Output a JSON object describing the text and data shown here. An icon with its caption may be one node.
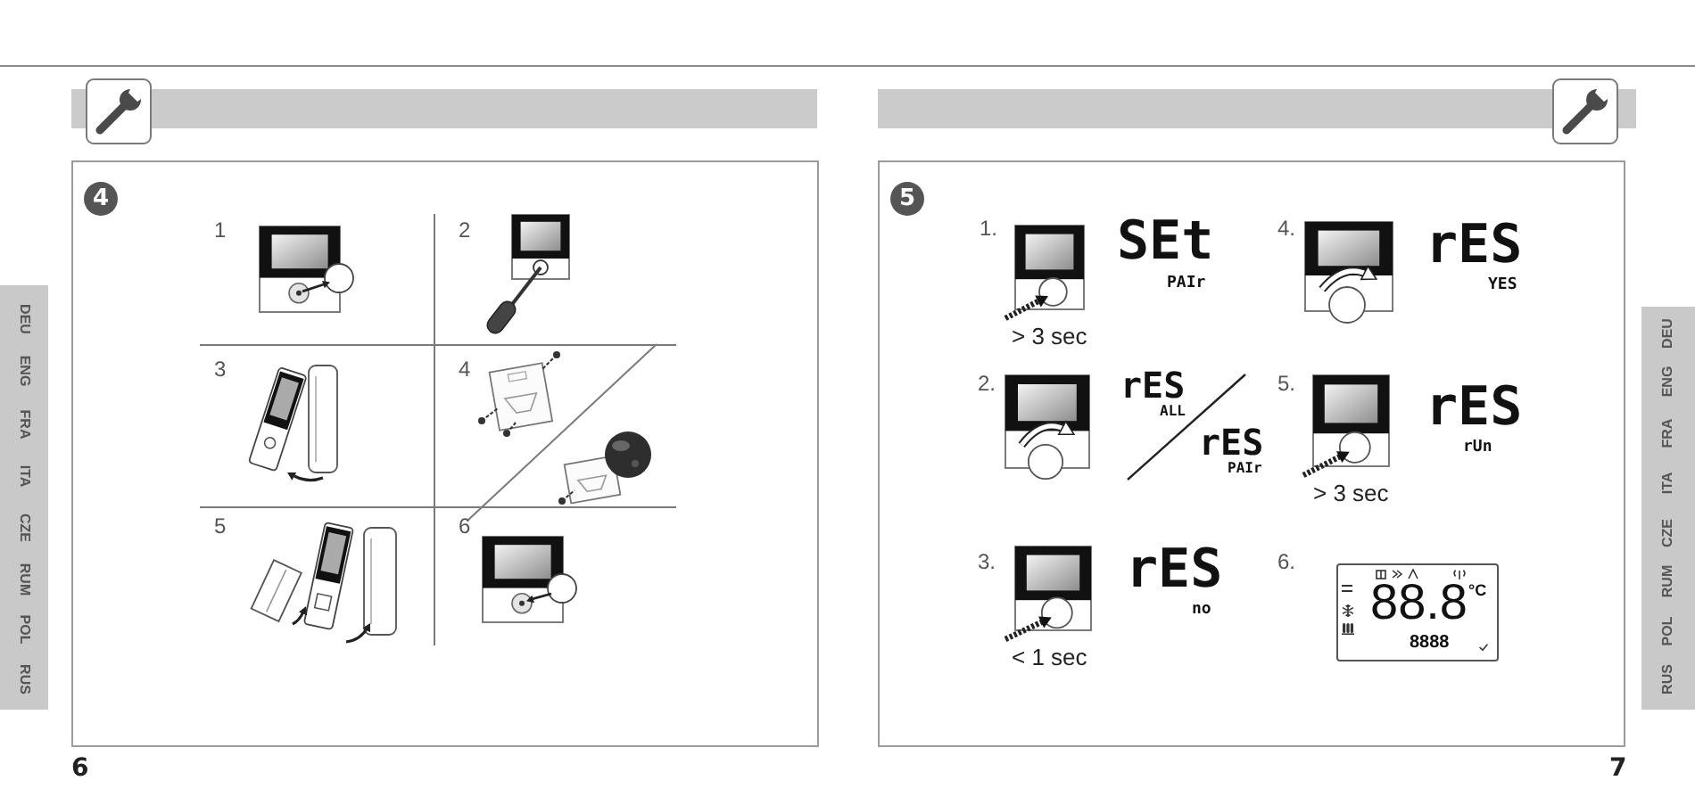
{
  "diagram": {
    "nodes": [
      {
        "text": [
          "DEU",
          "ENG",
          "FRA",
          "ITA",
          "CZE",
          "RUM",
          "POL",
          "RUS"
        ]
      },
      {
        "text": [],
        "shape": "box"
      },
      {
        "text": [
          "4"
        ],
        "in": 1
      },
      {
        "text": [],
        "shape": "box"
      },
      {
        "text": [
          "5"
        ],
        "in": 3
      },
      {
        "text": [
          "88.8",
          "°C",
          "8888"
        ],
        "in": 3
      },
      {
        "text": [
          "DEU",
          "ENG",
          "FRA",
          "ITA",
          "CZE",
          "RUM",
          "POL",
          "RUS"
        ]
      }
    ],
    "labels": [
      "1",
      "2",
      "3",
      "4",
      "5",
      "6",
      "6",
      "1.",
      "SEt",
      "PAIr",
      "> 3 sec",
      "4.",
      "rES",
      "YES",
      "2.",
      "rES",
      "ALL",
      "rES",
      "PAIr",
      "5.",
      "rES",
      "rUn",
      "> 3 sec",
      "3.",
      "rES",
      "no",
      "< 1 sec",
      "6.",
      "7"
    ]
  }
}
